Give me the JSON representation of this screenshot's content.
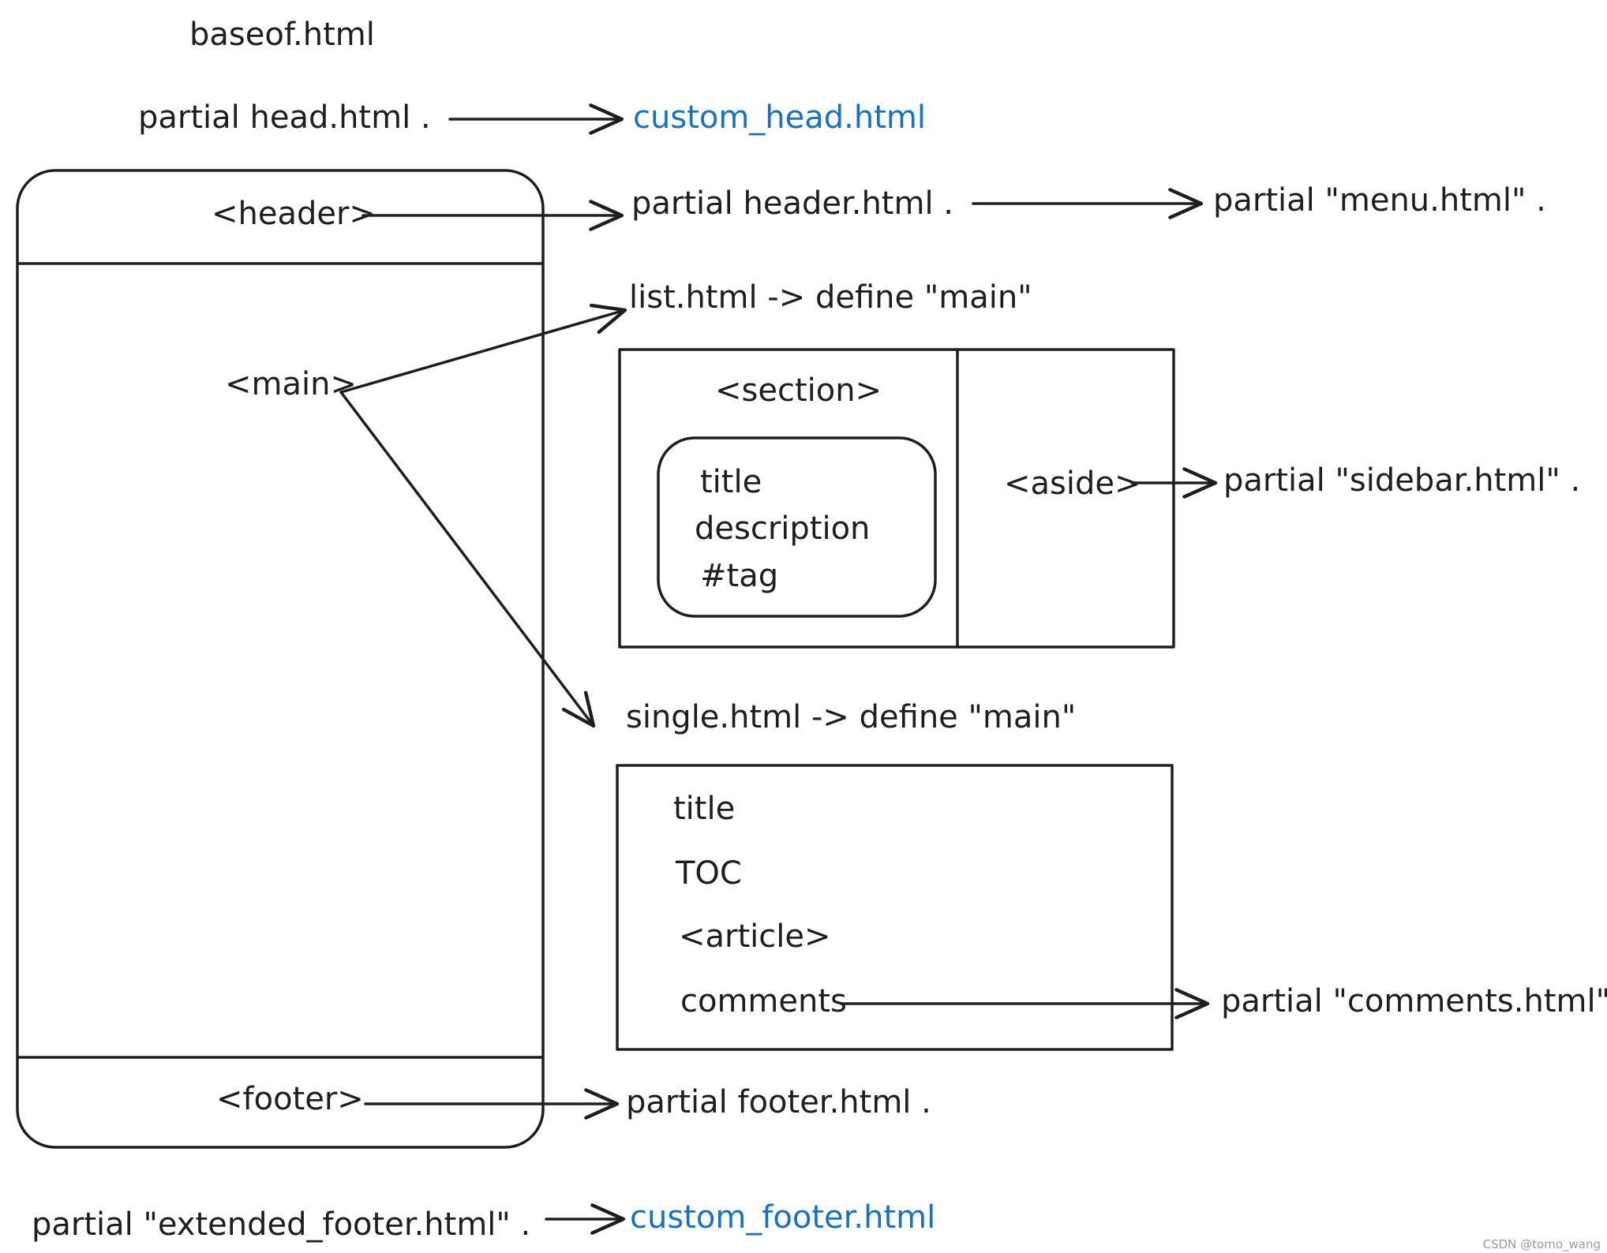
{
  "title": "baseof.html",
  "accent_color": "#1971c2",
  "head": {
    "partial": "partial head.html .",
    "custom": "custom_head.html"
  },
  "layout": {
    "header": "<header>",
    "main": "<main>",
    "footer": "<footer>"
  },
  "header_chain": {
    "partial": "partial header.html .",
    "menu": "partial \"menu.html\" ."
  },
  "list": {
    "heading": "list.html -> define \"main\"",
    "section": "<section>",
    "card": [
      "title",
      "description",
      "#tag"
    ],
    "aside": "<aside>",
    "aside_partial": "partial \"sidebar.html\" ."
  },
  "single": {
    "heading": "single.html -> define \"main\"",
    "items": [
      "title",
      "TOC",
      "<article>",
      "comments"
    ],
    "comments_partial": "partial \"comments.html\" ."
  },
  "footer_chain": {
    "partial": "partial footer.html ."
  },
  "extended_footer": {
    "partial": "partial \"extended_footer.html\" .",
    "custom": "custom_footer.html"
  },
  "watermark": "CSDN @tomo_wang"
}
